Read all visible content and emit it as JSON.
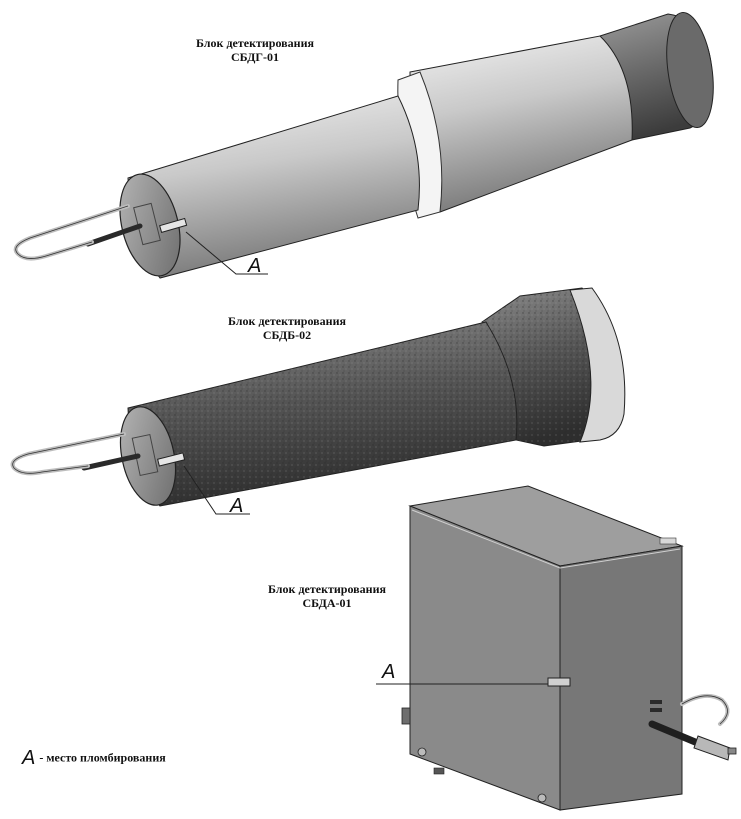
{
  "figure": {
    "units": [
      {
        "title_line1": "Блок детектирования",
        "title_line2": "СБДГ-01",
        "callout": "A"
      },
      {
        "title_line1": "Блок детектирования",
        "title_line2": "СБДБ-02",
        "callout": "A"
      },
      {
        "title_line1": "Блок детектирования",
        "title_line2": "СБДА-01",
        "callout": "A"
      }
    ],
    "legend": {
      "symbol": "A",
      "text": "- место пломбирования"
    }
  },
  "colors": {
    "metal_light": "#e9e9e9",
    "metal_mid": "#b5b5b5",
    "metal_dark": "#6f6f6f",
    "foam": "#5a5a5a",
    "box_front": "#8c8c8c",
    "box_side": "#7a7a7a",
    "box_top": "#a9a9a9",
    "cable": "#2a2a2a",
    "wire_loop": "#c8c8c8",
    "leader_line": "#222222"
  }
}
